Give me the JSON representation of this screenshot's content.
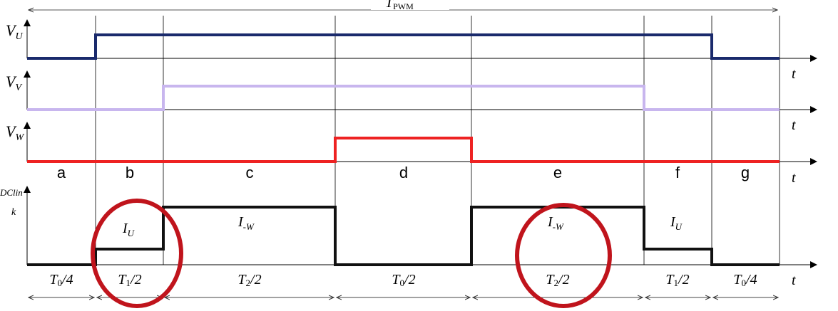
{
  "period": {
    "label": "T",
    "subscript": "PWM"
  },
  "signals": [
    {
      "name": "V",
      "subscript": "U",
      "color": "#1a2a6c"
    },
    {
      "name": "V",
      "subscript": "V",
      "color": "#c8b6ee"
    },
    {
      "name": "V",
      "subscript": "W",
      "color": "#ee2222"
    }
  ],
  "axis_label": "t",
  "segments": [
    "a",
    "b",
    "c",
    "d",
    "e",
    "f",
    "g"
  ],
  "current": {
    "label": "DClin",
    "level_label": "k",
    "color": "#111111",
    "in_segment_labels": [
      {
        "base": "I",
        "sub": "U"
      },
      {
        "base": "I",
        "sub": "-W"
      },
      {
        "base": "I",
        "sub": "-W"
      },
      {
        "base": "I",
        "sub": "U"
      }
    ]
  },
  "durations": [
    {
      "base": "T",
      "sub": "0",
      "rest": "/4"
    },
    {
      "base": "T",
      "sub": "1",
      "rest": "/2"
    },
    {
      "base": "T",
      "sub": "2",
      "rest": "/2"
    },
    {
      "base": "T",
      "sub": "0",
      "rest": "/2"
    },
    {
      "base": "T",
      "sub": "2",
      "rest": "/2"
    },
    {
      "base": "T",
      "sub": "1",
      "rest": "/2"
    },
    {
      "base": "T",
      "sub": "0",
      "rest": "/4"
    }
  ],
  "highlight_color": "#c0141c"
}
